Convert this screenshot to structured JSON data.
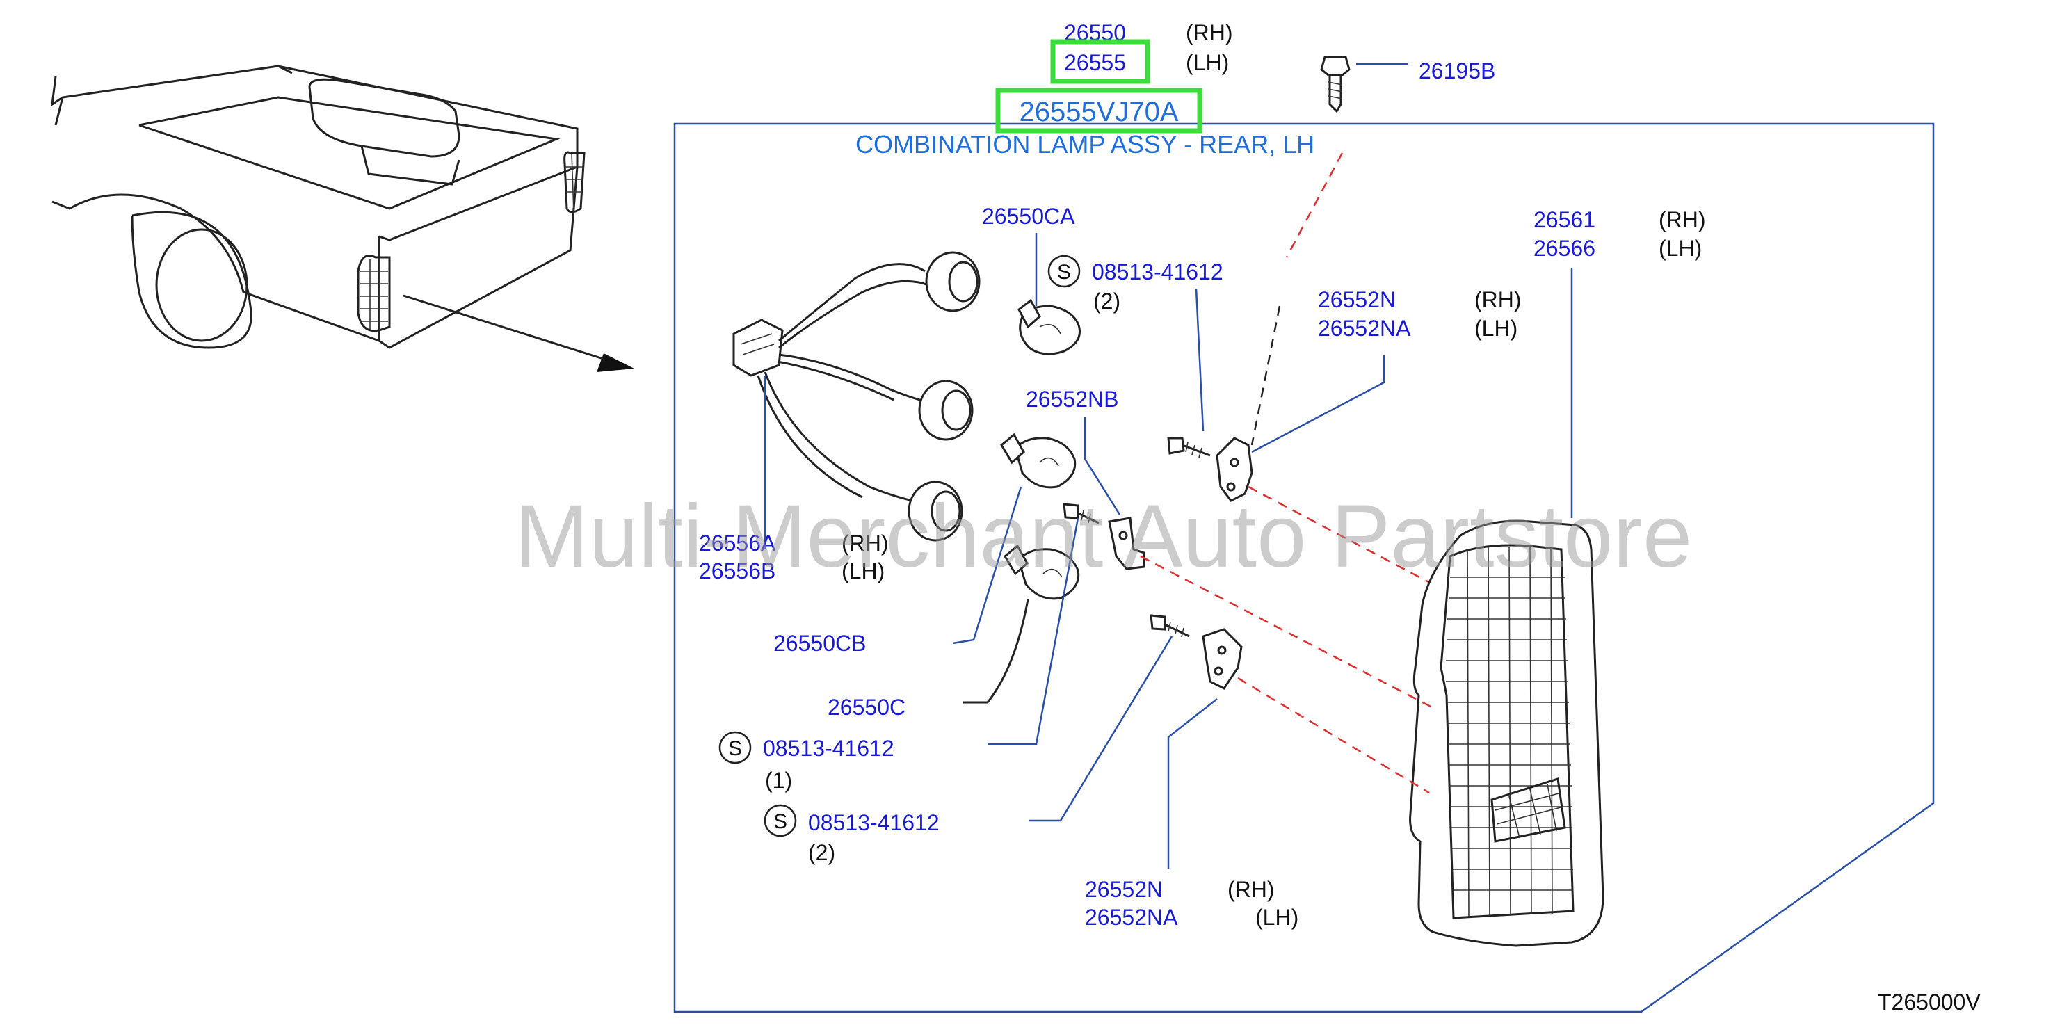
{
  "diagram": {
    "title": "COMBINATION LAMP ASSY - REAR, LH",
    "highlighted_part": "26555VJ70A",
    "drawing_code": "T265000V",
    "watermark": "Multi-Merchant Auto Partstore",
    "colors": {
      "part_number": "#1a1ad6",
      "title": "#1e6fd9",
      "highlight_box": "#3ddc3d",
      "guide_dash": "#d93030"
    },
    "symbol_letter": "S",
    "callouts": {
      "lamp_assy": {
        "rh_number": "26550",
        "rh_side": "(RH)",
        "lh_number": "26555",
        "lh_side": "(LH)"
      },
      "bolt_top": {
        "number": "26195B"
      },
      "socket_top": {
        "number": "26550CA"
      },
      "screw_top": {
        "number": "08513-41612",
        "qty": "(2)"
      },
      "bracket_top": {
        "rh_number": "26552N",
        "rh_side": "(RH)",
        "lh_number": "26552NA",
        "lh_side": "(LH)"
      },
      "lens": {
        "rh_number": "26561",
        "rh_side": "(RH)",
        "lh_number": "26566",
        "lh_side": "(LH)"
      },
      "bracket_mid": {
        "number": "26552NB"
      },
      "harness": {
        "rh_number": "26556A",
        "rh_side": "(RH)",
        "lh_number": "26556B",
        "lh_side": "(LH)"
      },
      "bulb_1": {
        "number": "26550CB"
      },
      "bulb_2": {
        "number": "26550C"
      },
      "screw_mid": {
        "number": "08513-41612",
        "qty": "(1)"
      },
      "screw_low": {
        "number": "08513-41612",
        "qty": "(2)"
      },
      "bracket_bottom": {
        "rh_number": "26552N",
        "rh_side": "(RH)",
        "lh_number": "26552NA",
        "lh_side": "(LH)"
      }
    }
  }
}
